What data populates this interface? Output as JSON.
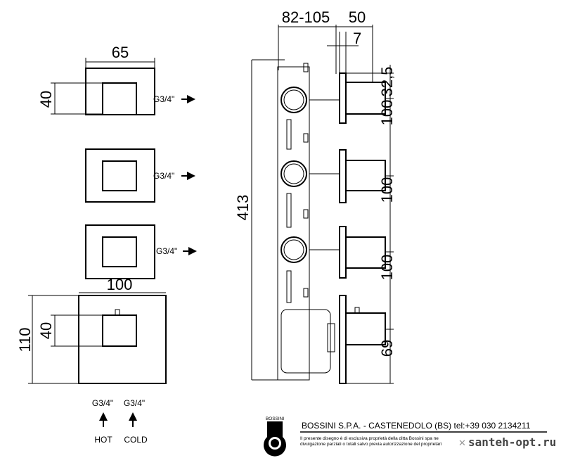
{
  "front_view": {
    "width_dim": "65",
    "height_dim": "40",
    "connections": [
      "G3/4\"",
      "G3/4\"",
      "G3/4\""
    ],
    "thermostat_width_dim": "100",
    "thermostat_height_dim": "110",
    "thermostat_knob_dim": "40"
  },
  "inlets": [
    {
      "thread": "G3/4\"",
      "label": "HOT"
    },
    {
      "thread": "G3/4\"",
      "label": "COLD"
    }
  ],
  "side_view": {
    "depth_dim": "82-105",
    "knob_dim": "50",
    "plate_dim": "7",
    "total_height_dim": "413",
    "spacing_dims": [
      "32,5",
      "100",
      "100",
      "100",
      "69"
    ]
  },
  "title_block": {
    "logo_text": "BOSSINI",
    "company": "BOSSINI S.P.A. - CASTENEDOLO (BS) tel:+39 030 2134211",
    "notice_line1": "Il presente disegno è di esclusiva proprietà della ditta Bossini spa ne",
    "notice_line2": "divulgazione parziali o totali salvo previa autorizzazione del proprietari",
    "watermark": "santeh-opt.ru"
  }
}
